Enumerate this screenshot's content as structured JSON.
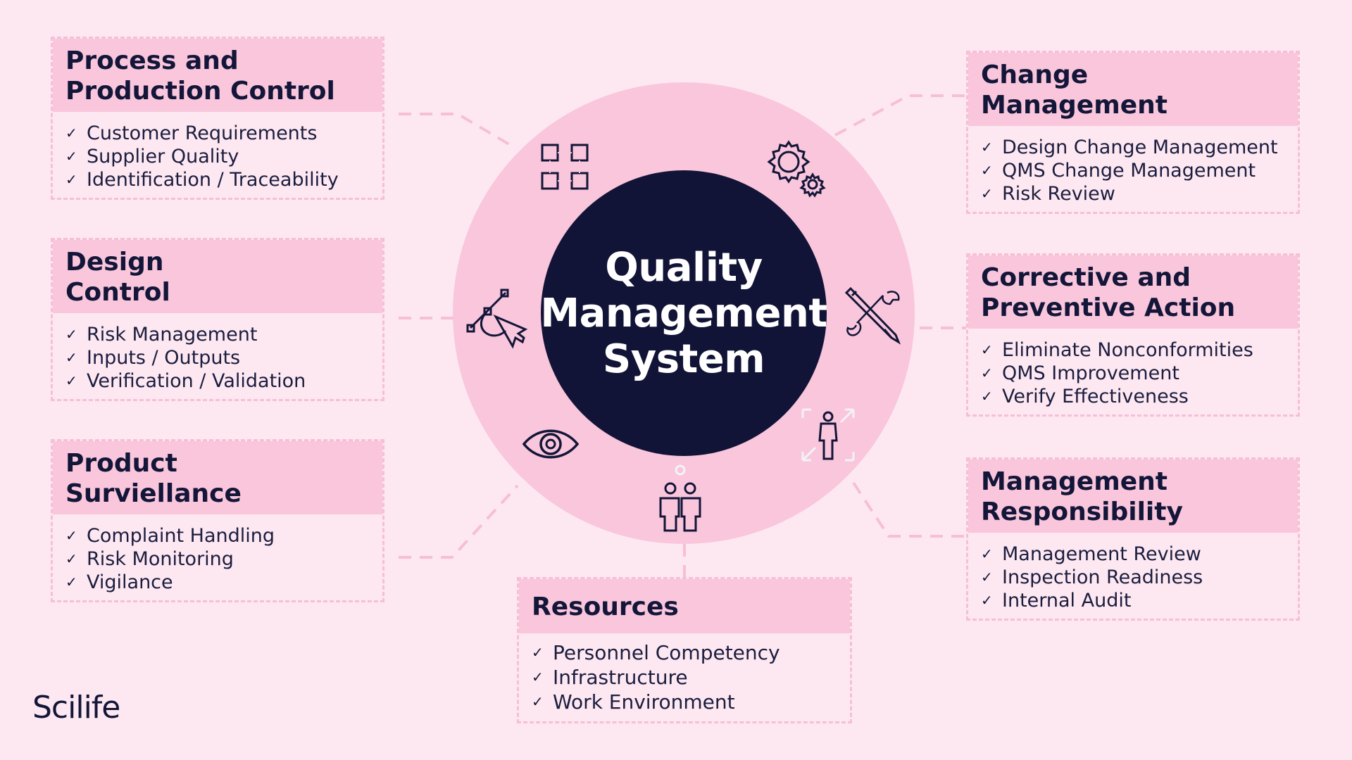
{
  "center": {
    "title": "Quality\nManagement\nSystem"
  },
  "cards": {
    "process": {
      "title": "Process and\nProduction Control",
      "items": [
        "Customer Requirements",
        "Supplier Quality",
        "Identification / Traceability"
      ]
    },
    "design": {
      "title": "Design\nControl",
      "items": [
        "Risk Management",
        "Inputs / Outputs",
        "Verification / Validation"
      ]
    },
    "surveillance": {
      "title": "Product\nSurviellance",
      "items": [
        "Complaint Handling",
        "Risk Monitoring",
        "Vigilance"
      ]
    },
    "resources": {
      "title": "Resources",
      "items": [
        "Personnel Competency",
        "Infrastructure",
        "Work Environment"
      ]
    },
    "change": {
      "title": "Change\nManagement",
      "items": [
        "Design Change Management",
        "QMS Change Management",
        "Risk Review"
      ]
    },
    "capa": {
      "title": "Corrective and\nPreventive Action",
      "items": [
        "Eliminate Nonconformities",
        "QMS Improvement",
        "Verify Effectiveness"
      ]
    },
    "management": {
      "title": "Management\nResponsibility",
      "items": [
        "Management Review",
        "Inspection Readiness",
        "Internal Audit"
      ]
    }
  },
  "icons": [
    "grid-icon",
    "gears-icon",
    "design-tool-icon",
    "tools-icon",
    "eye-icon",
    "focus-person-icon",
    "team-icon"
  ],
  "check_mark": "✓",
  "brand": "Scilife",
  "colors": {
    "background": "#fde8f1",
    "accent_pink": "#f9c6dc",
    "navy": "#121437"
  }
}
